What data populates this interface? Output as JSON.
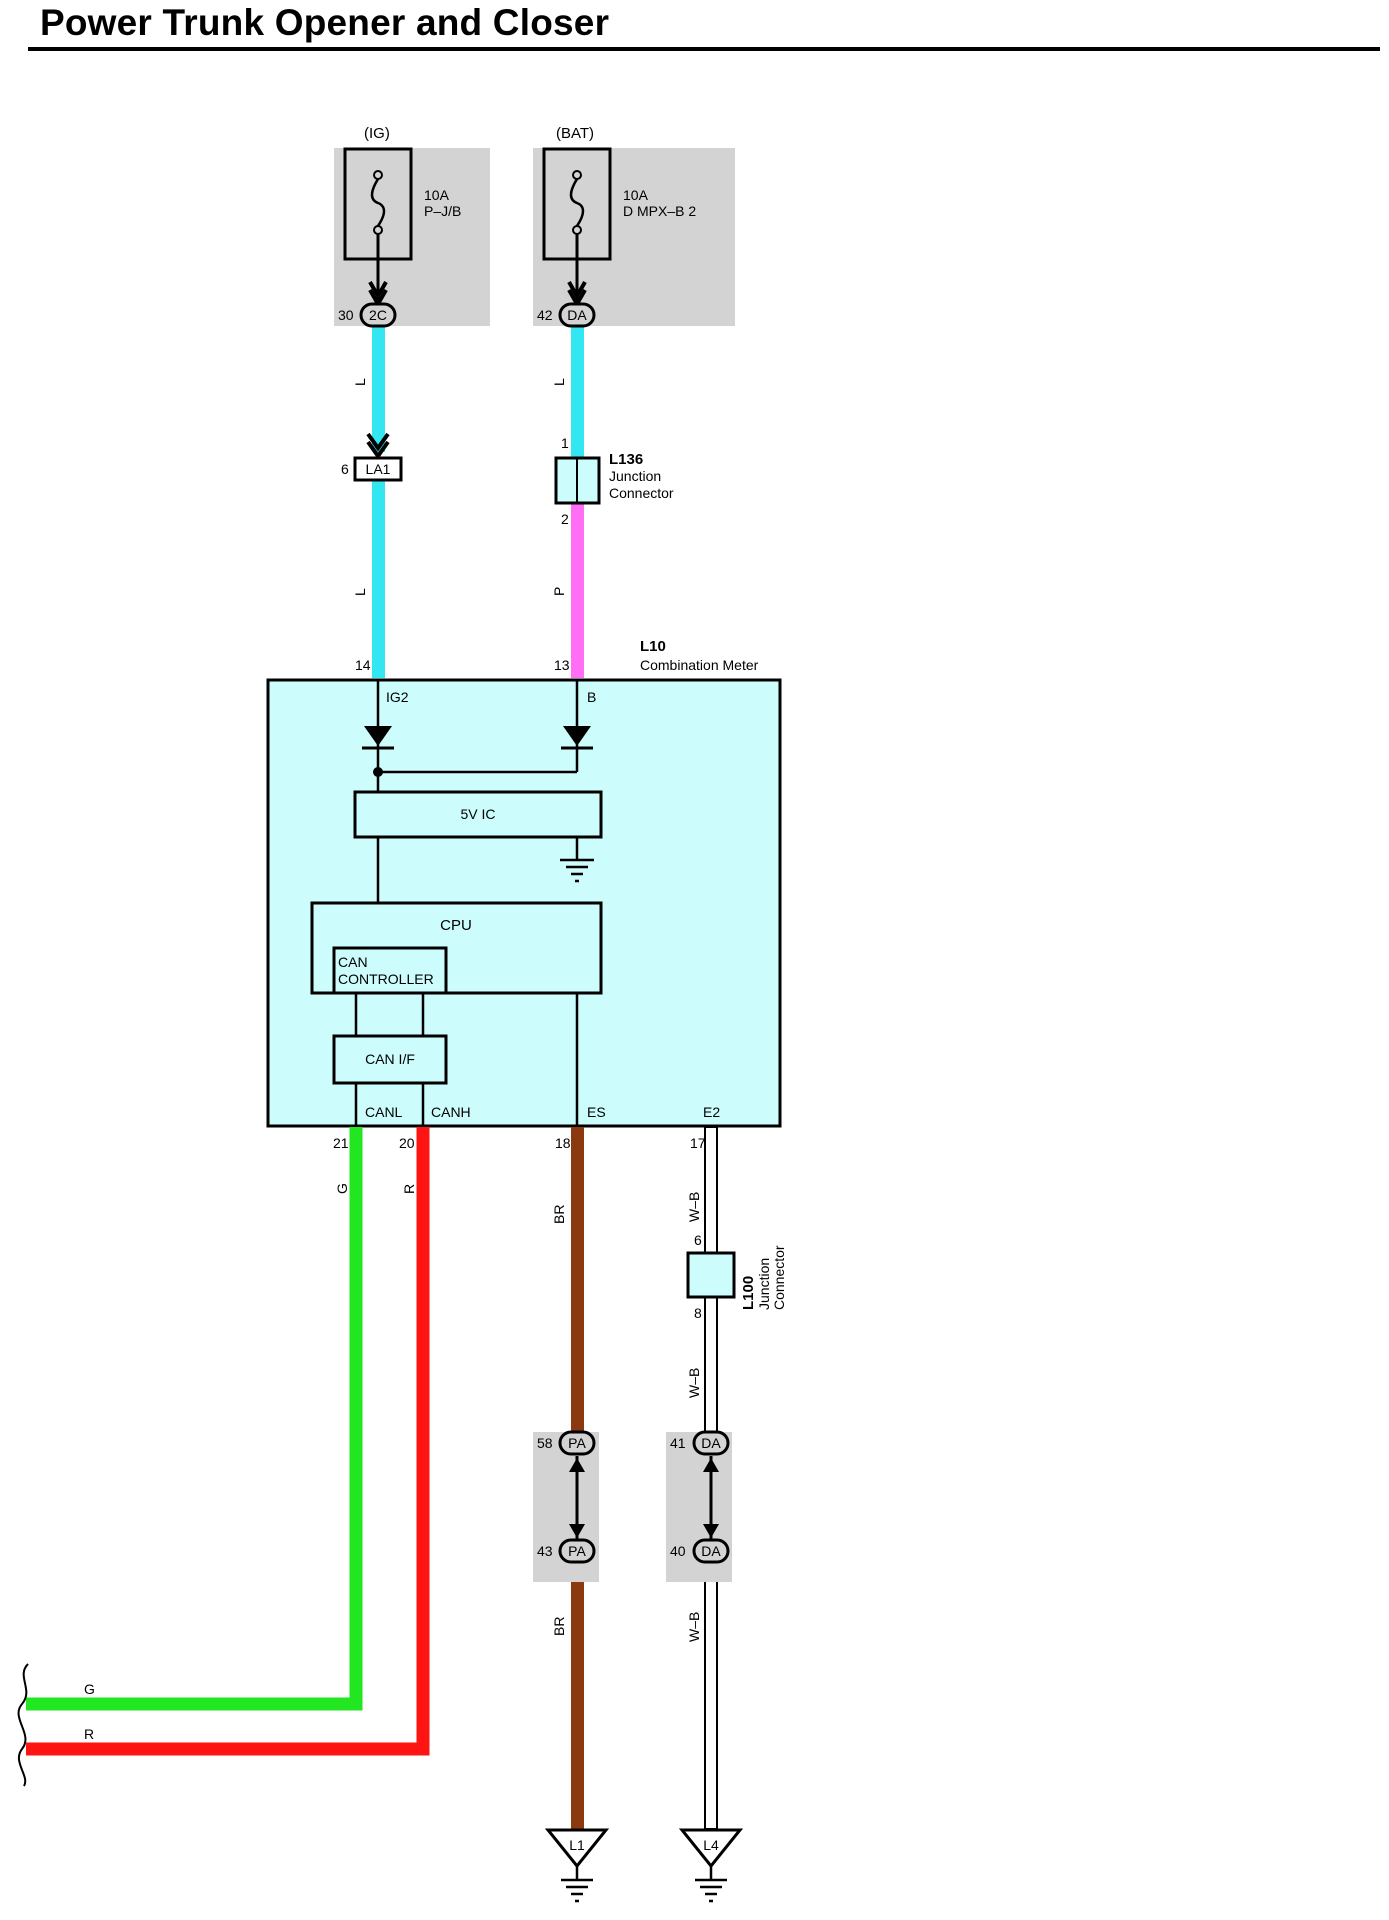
{
  "title": "Power Trunk Opener and Closer",
  "colors": {
    "wire_L": "#33e7f2",
    "wire_P": "#ff6ef5",
    "wire_G": "#22e622",
    "wire_R": "#ff1414",
    "wire_BR": "#8b3a0f",
    "wire_WB_fill": "#ffffff",
    "module_fill": "#ccfcfc",
    "shade": "#d3d3d3"
  },
  "fuses": {
    "ig": {
      "source": "(IG)",
      "amp": "10A",
      "location": "P–J/B",
      "connector": "2C",
      "pin": "30"
    },
    "bat": {
      "source": "(BAT)",
      "amp": "10A",
      "location": "D MPX–B 2",
      "connector": "DA",
      "pin": "42"
    }
  },
  "wires": {
    "ig_upper": "L",
    "ig_lower": "L",
    "bat_upper": "L",
    "bat_lower": "P",
    "canl": "G",
    "canh": "R",
    "es": "BR",
    "es_lower": "BR",
    "e2": "W–B",
    "e2_mid": "W–B",
    "e2_lower": "W–B",
    "left_g": "G",
    "left_r": "R"
  },
  "connector_la1": {
    "id": "LA1",
    "pin": "6"
  },
  "junction_l136": {
    "id": "L136",
    "line1": "Junction",
    "line2": "Connector",
    "pin_top": "1",
    "pin_bottom": "2"
  },
  "junction_l100": {
    "id": "L100",
    "line1": "Junction",
    "line2": "Connector",
    "pin_top": "6",
    "pin_bottom": "8"
  },
  "meter": {
    "id": "L10",
    "name": "Combination Meter",
    "pins_top": {
      "ig2": "14",
      "b": "13"
    },
    "terminals": {
      "ig2": "IG2",
      "b": "B",
      "canl": "CANL",
      "canh": "CANH",
      "es": "ES",
      "e2": "E2"
    },
    "pins_bottom": {
      "canl": "21",
      "canh": "20",
      "es": "18",
      "e2": "17"
    },
    "ic": "5V IC",
    "cpu": "CPU",
    "can_controller_1": "CAN",
    "can_controller_2": "CONTROLLER",
    "can_if": "CAN I/F"
  },
  "pa_conn": {
    "id_top": "PA",
    "pin_top": "58",
    "id_bottom": "PA",
    "pin_bottom": "43"
  },
  "da_conn": {
    "id_top": "DA",
    "pin_top": "41",
    "id_bottom": "DA",
    "pin_bottom": "40"
  },
  "grounds": {
    "es": "L1",
    "e2": "L4"
  }
}
